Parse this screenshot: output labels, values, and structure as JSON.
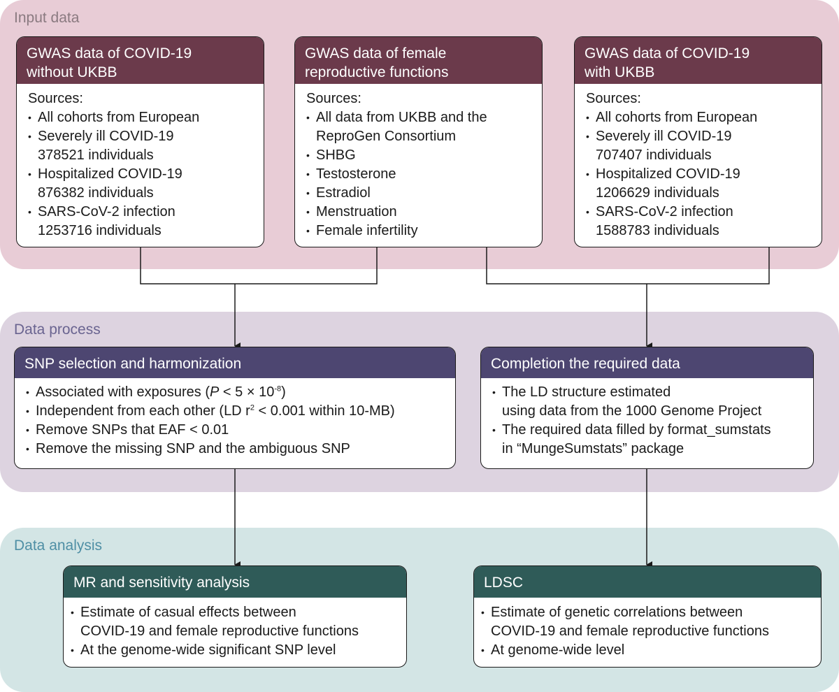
{
  "colors": {
    "input_bg": "#e8ccd6",
    "input_head": "#6b3a4b",
    "process_bg": "#ddd3e0",
    "process_head": "#4d4671",
    "analysis_bg": "#d3e5e5",
    "analysis_head": "#2f5b58",
    "input_title": "#8a7a80",
    "process_title": "#6a6490",
    "analysis_title": "#4f8fa5"
  },
  "sections": {
    "input": "Input data",
    "process": "Data process",
    "analysis": "Data analysis"
  },
  "bullet": "•",
  "boxes": {
    "covid_without": {
      "title_lines": [
        "GWAS data of COVID-19",
        "without UKBB"
      ],
      "sources": "Sources:",
      "items": [
        [
          "All cohorts from European"
        ],
        [
          "Severely ill COVID-19",
          "378521 individuals"
        ],
        [
          "Hospitalized COVID-19",
          "876382 individuals"
        ],
        [
          "SARS-CoV-2 infection",
          "1253716 individuals"
        ]
      ]
    },
    "female": {
      "title_lines": [
        "GWAS data of female",
        "reproductive functions"
      ],
      "sources": "Sources:",
      "items": [
        [
          "All data from UKBB and the",
          "ReproGen Consortium"
        ],
        [
          "SHBG"
        ],
        [
          "Testosterone"
        ],
        [
          "Estradiol"
        ],
        [
          "Menstruation"
        ],
        [
          "Female infertility"
        ]
      ]
    },
    "covid_with": {
      "title_lines": [
        "GWAS data of COVID-19",
        "with UKBB"
      ],
      "sources": "Sources:",
      "items": [
        [
          "All cohorts from European"
        ],
        [
          "Severely ill COVID-19",
          "707407 individuals"
        ],
        [
          "Hospitalized COVID-19",
          "1206629 individuals"
        ],
        [
          "SARS-CoV-2 infection",
          "1588783 individuals"
        ]
      ]
    },
    "snp": {
      "title": "SNP selection and harmonization",
      "item1_pre": "Associated with exposures (",
      "item1_p": "P",
      "item1_mid": " < 5 × 10",
      "item1_exp": "-8",
      "item1_post": ")",
      "item2_pre": "Independent from each other (LD r",
      "item2_exp": "2",
      "item2_post": " < 0.001 within 10-MB)",
      "item3": "Remove SNPs that EAF < 0.01",
      "item4": "Remove the missing SNP and the ambiguous SNP"
    },
    "completion": {
      "title": "Completion the required data",
      "items": [
        [
          "The LD structure estimated",
          "using data from the 1000 Genome Project"
        ],
        [
          "The required data filled by format_sumstats",
          "in “MungeSumstats” package"
        ]
      ]
    },
    "mr": {
      "title": "MR and sensitivity analysis",
      "items": [
        [
          "Estimate of casual effects between",
          "COVID-19 and female reproductive functions"
        ],
        [
          "At the genome-wide significant SNP level"
        ]
      ]
    },
    "ldsc": {
      "title": "LDSC",
      "items": [
        [
          "Estimate of genetic correlations between",
          "COVID-19 and female reproductive functions"
        ],
        [
          "At genome-wide level"
        ]
      ]
    }
  }
}
